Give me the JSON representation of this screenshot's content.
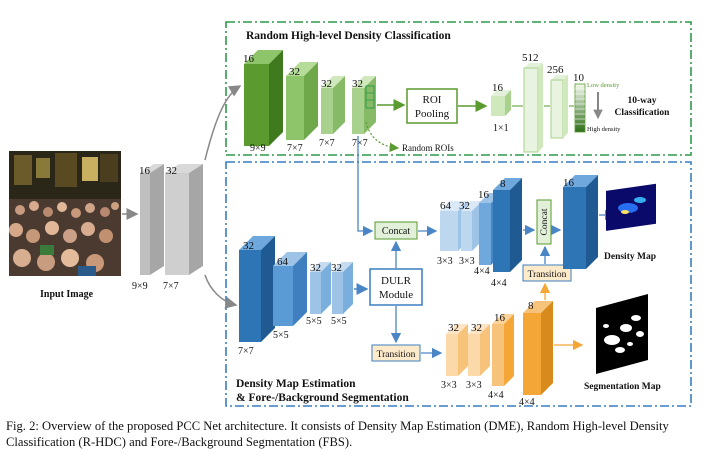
{
  "panels": {
    "rhdc_title": "Random High-level Density Classification",
    "dme_title_line1": "Density Map Estimation",
    "dme_title_line2": "& Fore-/Background Segmentation"
  },
  "input": {
    "label": "Input Image",
    "conv_channels": [
      "16",
      "32"
    ],
    "size_labels": [
      "9×9",
      "7×7"
    ]
  },
  "rhdc": {
    "channels": [
      "16",
      "32",
      "32",
      "32"
    ],
    "size_labels": [
      "9×9",
      "7×7",
      "7×7",
      "7×7"
    ],
    "roi_pooling_line1": "ROI",
    "roi_pooling_line2": "Pooling",
    "random_rois": "Random ROIs",
    "fc_channels": [
      "16",
      "512",
      "256",
      "10"
    ],
    "fc_size": "1×1",
    "low_density": "Low density",
    "high_density": "High density",
    "classification_line1": "10-way",
    "classification_line2": "Classification"
  },
  "dme": {
    "encoder_channels": [
      "32",
      "64",
      "32",
      "32"
    ],
    "encoder_sizes": [
      "7×7",
      "5×5",
      "5×5",
      "5×5"
    ],
    "concat": "Concat",
    "dulr_line1": "DULR",
    "dulr_line2": "Module",
    "transition": "Transition",
    "density_channels": [
      "64",
      "32",
      "16",
      "8",
      "16"
    ],
    "density_sizes": [
      "3×3",
      "3×3",
      "4×4",
      "4×4"
    ],
    "concat_vertical": "Concat",
    "transition_right": "Transition",
    "density_map": "Density Map"
  },
  "fbs": {
    "channels": [
      "32",
      "32",
      "16",
      "8"
    ],
    "sizes": [
      "3×3",
      "3×3",
      "4×4",
      "4×4"
    ],
    "segmentation_map": "Segmentation Map"
  },
  "caption": "Fig. 2: Overview of the proposed PCC Net architecture. It consists of Density Map Estimation (DME), Random High-level Density Classification (R-HDC) and Fore-/Background Segmentation (FBS).",
  "colors": {
    "green_dark": "#5a9a2e",
    "green_light": "#a9d18e",
    "blue_dark": "#2e75b6",
    "blue_light": "#9dc3e6",
    "orange": "#f4a637",
    "orange_light": "#fbd9a8",
    "gray": "#bfbfbf",
    "panel_green": "#2e9a4a",
    "panel_blue": "#3a7fc0"
  }
}
